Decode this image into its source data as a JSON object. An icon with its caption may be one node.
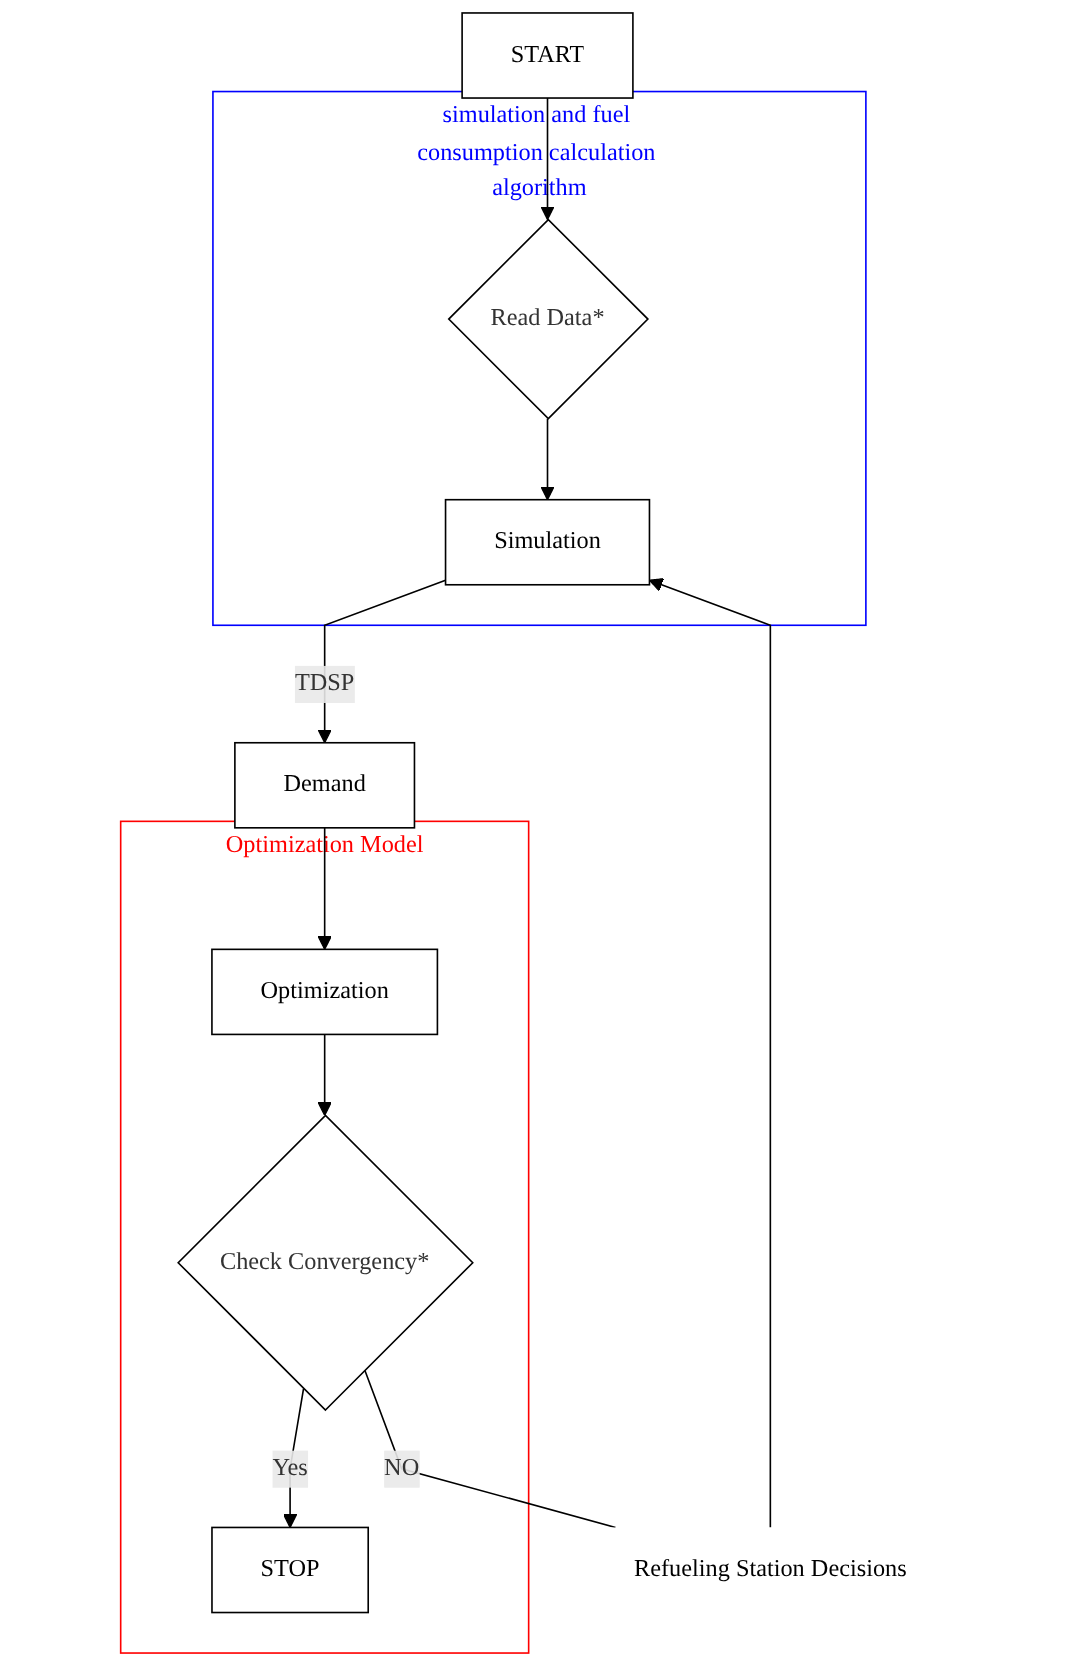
{
  "diagram": {
    "nodes": [
      {
        "text": [
          "START"
        ]
      },
      {
        "text": [
          "simulation and fuel consumption calculation algorithm"
        ]
      },
      {
        "text": [
          "Read Data*"
        ],
        "in": 1
      },
      {
        "text": [
          "Simulation"
        ],
        "in": 1
      },
      {
        "text": [
          "Refueling Station Decisions"
        ]
      },
      {
        "text": [
          "Demand"
        ]
      },
      {
        "text": [
          "Optimization Model"
        ]
      },
      {
        "text": [
          "Optimization"
        ],
        "in": 6
      },
      {
        "text": [
          "Check Convergency*"
        ],
        "in": 6
      },
      {
        "text": [
          "STOP"
        ],
        "in": 6
      }
    ],
    "edges": [
      {
        "from": 0,
        "to": 2,
        "arrow": "to"
      },
      {
        "from": 2,
        "to": 3,
        "arrow": "to"
      },
      {
        "from": 3,
        "to": 5,
        "label": "TDSP",
        "arrow": "to"
      },
      {
        "from": 5,
        "to": 7,
        "arrow": "to"
      },
      {
        "from": 7,
        "to": 8,
        "arrow": "to"
      },
      {
        "from": 8,
        "to": 9,
        "label": "Yes",
        "arrow": "to"
      },
      {
        "from": 8,
        "to": 4,
        "label": "NO",
        "arrow": "none"
      },
      {
        "from": 4,
        "to": 3,
        "arrow": "to"
      }
    ]
  }
}
